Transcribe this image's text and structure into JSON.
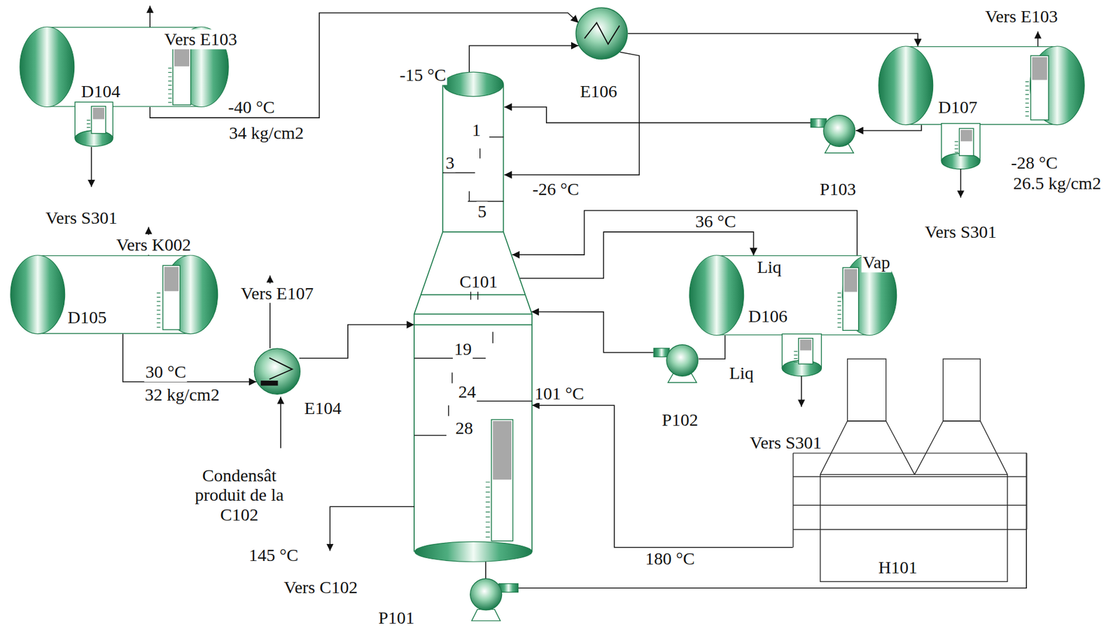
{
  "diagram": {
    "nodes": [
      {
        "text": [
          "D104"
        ]
      },
      {
        "text": [
          "E106"
        ]
      },
      {
        "text": [
          "D107"
        ]
      },
      {
        "text": [
          "C101"
        ]
      },
      {
        "text": [
          "P103"
        ]
      },
      {
        "text": [
          "D105"
        ]
      },
      {
        "text": [
          "D106"
        ]
      },
      {
        "text": [
          "E104"
        ]
      },
      {
        "text": [
          "P102"
        ]
      },
      {
        "text": [
          "H101"
        ]
      },
      {
        "text": [
          "P101"
        ]
      }
    ],
    "edges": [
      {
        "from": 0,
        "to": 1,
        "arrow": "to"
      },
      {
        "from": 3,
        "to": 1,
        "arrow": "to"
      },
      {
        "from": 1,
        "to": 2,
        "arrow": "to"
      },
      {
        "from": 1,
        "to": 3,
        "arrow": "to"
      },
      {
        "from": 2,
        "to": 4,
        "arrow": "to"
      },
      {
        "from": 4,
        "to": 3,
        "arrow": "to"
      },
      {
        "from": 3,
        "to": 6,
        "arrow": "to"
      },
      {
        "from": 6,
        "to": 3,
        "arrow": "to"
      },
      {
        "from": 6,
        "to": 8,
        "arrow": "none"
      },
      {
        "from": 8,
        "to": 3,
        "arrow": "to"
      },
      {
        "from": 5,
        "to": 7,
        "arrow": "to"
      },
      {
        "from": 7,
        "to": 3,
        "arrow": "to"
      },
      {
        "from": 9,
        "to": 3,
        "arrow": "to"
      },
      {
        "from": 3,
        "to": 10,
        "arrow": "none"
      },
      {
        "from": 10,
        "to": 9,
        "arrow": "none"
      }
    ],
    "labels": [
      "Vers E103",
      "-40 °C",
      "34 kg/cm2",
      "Vers S301",
      "-15 °C",
      "1",
      "3",
      "5",
      "-26 °C",
      "Vers E103",
      "-28 °C",
      "26.5 kg/cm2",
      "Vers S301",
      "36 °C",
      "Liq",
      "Vap",
      "Vers K002",
      "Vers E107",
      "30 °C",
      "32 kg/cm2",
      "Liq",
      "19",
      "24",
      "101 °C",
      "28",
      "Vers S301",
      "Condensât produit de la C102",
      "145 °C",
      "180 °C",
      "Vers C102"
    ]
  }
}
